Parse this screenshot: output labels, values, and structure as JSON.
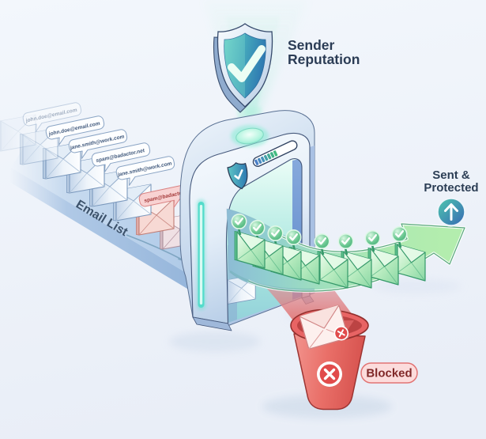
{
  "colors": {
    "background": "#edf2f9",
    "gate_body": "#dbe7f4",
    "accent_teal": "#4fd8cc",
    "accent_green": "#a9e6a9",
    "accent_blue": "#3a7fb8",
    "accent_red": "#e05555",
    "text_dark": "#2b3c55"
  },
  "shield": {
    "label_line1": "Sender",
    "label_line2": "Reputation",
    "icon": "shield-check"
  },
  "email_list": {
    "label": "Email List",
    "items": [
      {
        "address": "john.doe@email.com",
        "status": "clean",
        "faded": true
      },
      {
        "address": "john.doe@email.com",
        "status": "clean",
        "faded": false
      },
      {
        "address": "jane.smith@work.com",
        "status": "clean",
        "faded": false
      },
      {
        "address": "spam@badactor.net",
        "status": "clean",
        "faded": false
      },
      {
        "address": "jane.smith@work.com",
        "status": "clean",
        "faded": false
      },
      {
        "address": "spam@badactor.net",
        "status": "spam",
        "faded": false
      }
    ]
  },
  "approved_flow": {
    "label_line1": "Sent &",
    "label_line2": "Protected",
    "envelope_count": 8,
    "icon": "arrow-up-circle"
  },
  "blocked_flow": {
    "label": "Blocked",
    "icon": "x-circle"
  }
}
